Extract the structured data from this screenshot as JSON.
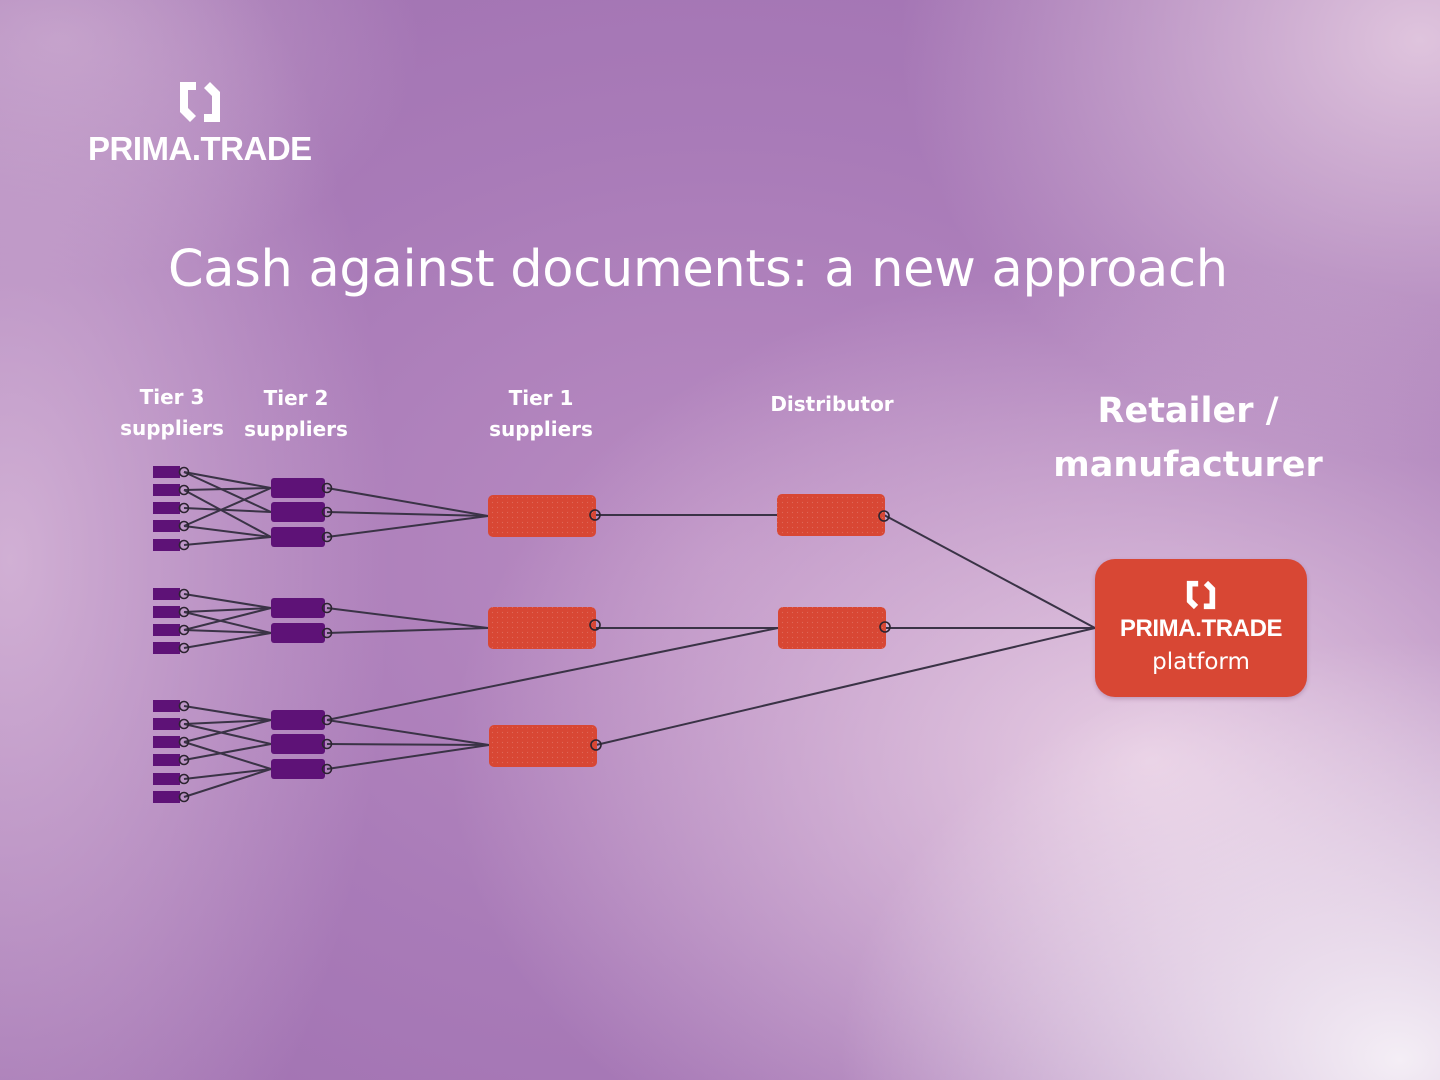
{
  "brand": {
    "logo_text": "PRIMA.TRADE",
    "logo_icon": "prima-trade-arrows-icon"
  },
  "slide": {
    "title": "Cash against documents: a new approach"
  },
  "columns": {
    "tier3": [
      "Tier 3",
      "suppliers"
    ],
    "tier2": [
      "Tier 2",
      "suppliers"
    ],
    "tier1": [
      "Tier 1",
      "suppliers"
    ],
    "distributor": "Distributor",
    "retailer": [
      "Retailer /",
      "manufacturer"
    ]
  },
  "platform": {
    "brand": "PRIMA.TRADE",
    "label": "platform",
    "icon": "prima-trade-arrows-icon"
  },
  "colors": {
    "supplier_node": "#5e1277",
    "tier1_node": "#d84734",
    "distributor_node": "#d84734",
    "platform_node": "#d84734",
    "connector": "#3a3346"
  }
}
